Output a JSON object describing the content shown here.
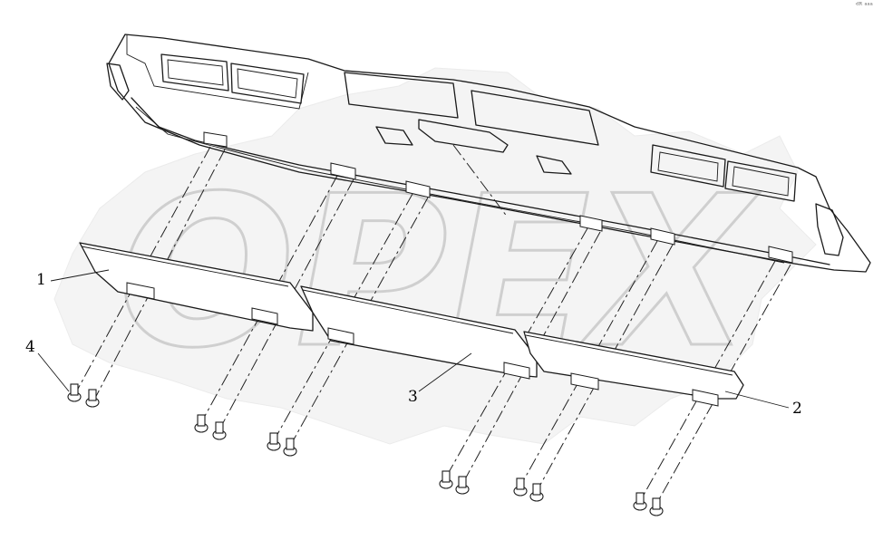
{
  "diagram": {
    "watermark": "OPEX",
    "corner_mark": "ᵈᴿ ᵃᵃᵃ",
    "callouts": [
      {
        "id": "1",
        "label": "1"
      },
      {
        "id": "2",
        "label": "2"
      },
      {
        "id": "3",
        "label": "3"
      },
      {
        "id": "4",
        "label": "4"
      }
    ]
  }
}
